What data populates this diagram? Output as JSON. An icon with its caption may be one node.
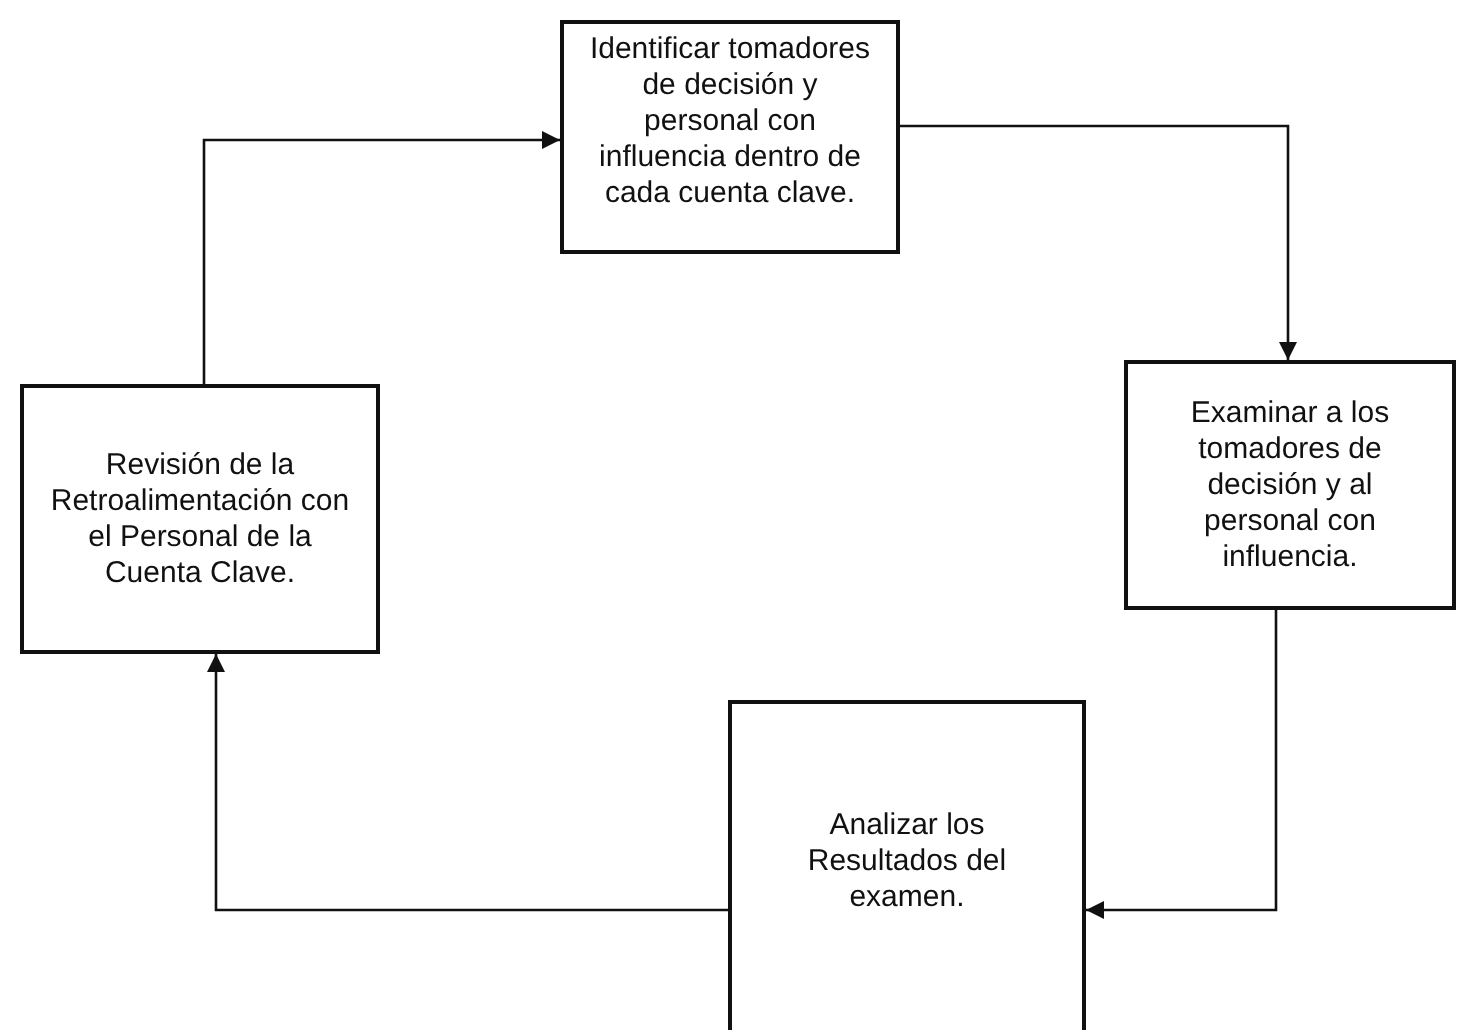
{
  "diagram": {
    "nodes": [
      {
        "text": [
          "Identificar tomadores de decisión y personal con influencia dentro de cada cuenta clave."
        ]
      },
      {
        "text": [
          "Examinar a los tomadores de decisión y  al personal con influencia."
        ]
      },
      {
        "text": [
          "Analizar los Resultados del examen."
        ]
      },
      {
        "text": [
          "Revisión de la Retroalimentación con el Personal de la Cuenta Clave."
        ]
      }
    ],
    "edges": [
      {
        "from": 0,
        "to": 1,
        "arrow": "to"
      },
      {
        "from": 1,
        "to": 2,
        "arrow": "to"
      },
      {
        "from": 2,
        "to": 3,
        "arrow": "to"
      },
      {
        "from": 3,
        "to": 0,
        "arrow": "to"
      }
    ]
  }
}
